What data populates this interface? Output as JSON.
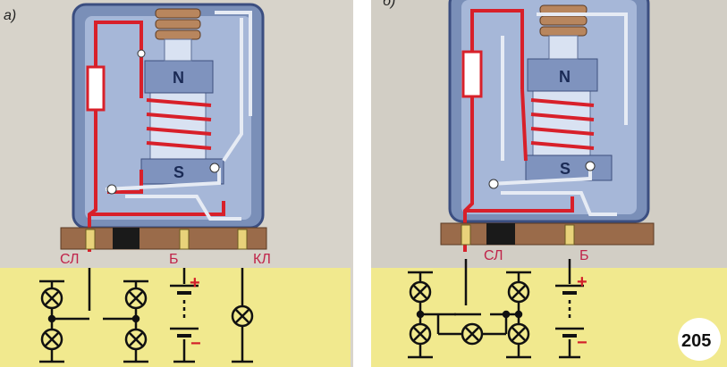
{
  "panels": {
    "a": {
      "label": "а)",
      "coil_top": "N",
      "coil_bottom": "S",
      "terminals": [
        "СЛ",
        "Б",
        "КЛ"
      ]
    },
    "b": {
      "label": "б)",
      "coil_top": "N",
      "coil_bottom": "S",
      "terminals": [
        "СЛ",
        "Б"
      ]
    }
  },
  "battery": {
    "plus": "+",
    "minus": "−"
  },
  "page_number": "205",
  "colors": {
    "housing": "#7a8fb8",
    "wire_red": "#d8202a",
    "base_board": "#9a6b4a",
    "bottom_band": "#f1e98e",
    "page_bg": "#d8d4cc"
  }
}
